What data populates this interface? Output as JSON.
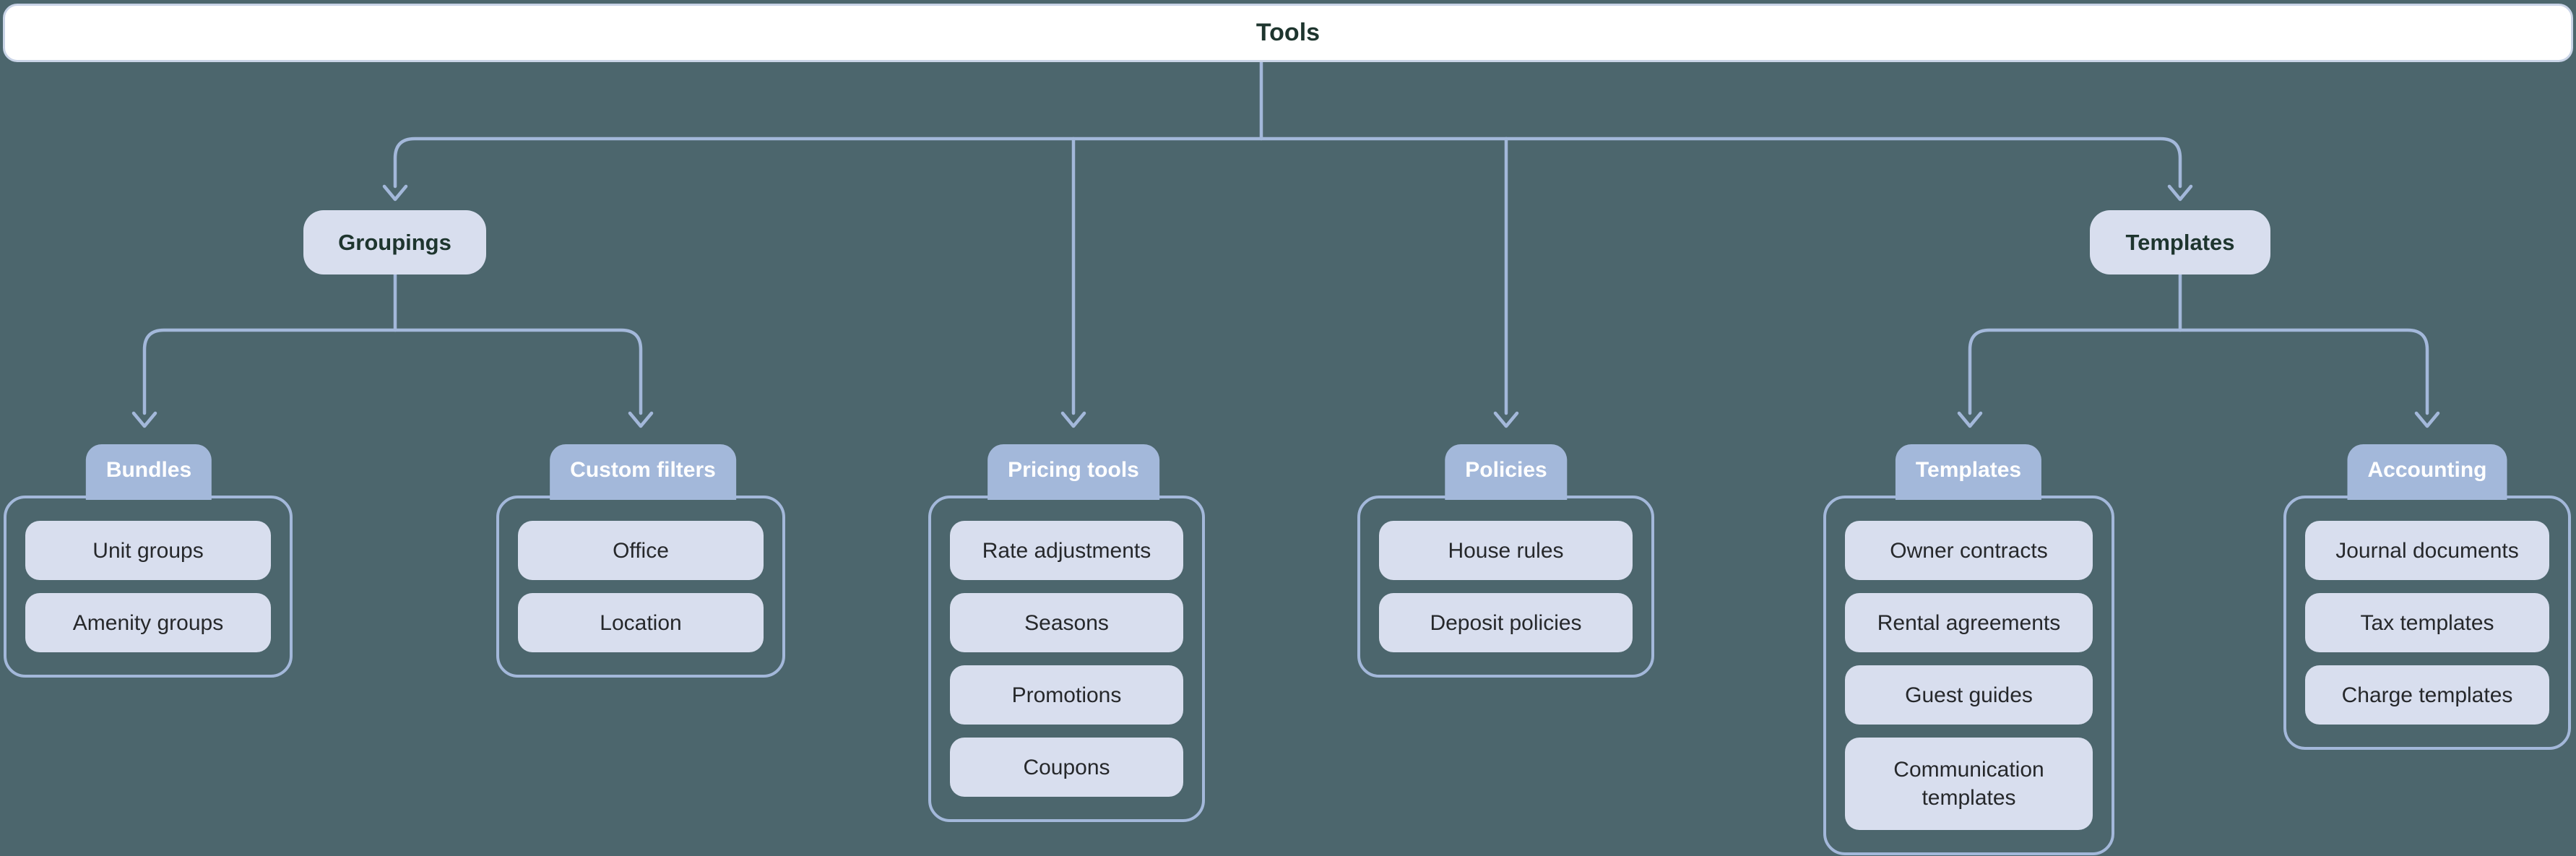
{
  "colors": {
    "background": "#4c666d",
    "connector": "#a3b8da",
    "tab_fill": "#a3b8da",
    "tab_text": "#ffffff",
    "node_fill": "#d8deee",
    "node_text": "#1e352e",
    "item_fill": "#d8deee",
    "item_text": "#26282b",
    "root_fill": "#ffffff",
    "root_border": "#c9d4e7"
  },
  "root": {
    "label": "Tools"
  },
  "level1": [
    {
      "label": "Groupings"
    },
    {
      "label": "Templates"
    }
  ],
  "groups": [
    {
      "label": "Bundles",
      "items": [
        "Unit groups",
        "Amenity groups"
      ]
    },
    {
      "label": "Custom filters",
      "items": [
        "Office",
        "Location"
      ]
    },
    {
      "label": "Pricing tools",
      "items": [
        "Rate adjustments",
        "Seasons",
        "Promotions",
        "Coupons"
      ]
    },
    {
      "label": "Policies",
      "items": [
        "House rules",
        "Deposit policies"
      ]
    },
    {
      "label": "Templates",
      "items": [
        "Owner contracts",
        "Rental agreements",
        "Guest guides",
        "Communication templates"
      ]
    },
    {
      "label": "Accounting",
      "items": [
        "Journal documents",
        "Tax templates",
        "Charge templates"
      ]
    }
  ]
}
